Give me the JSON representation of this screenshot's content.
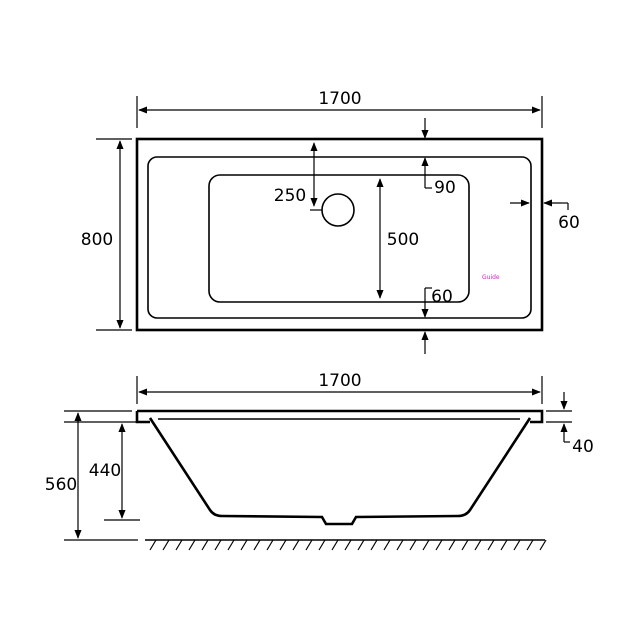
{
  "plan_view": {
    "length": "1700",
    "width": "800",
    "waste_offset": "250",
    "inner_width": "500",
    "rim_top": "90",
    "rim_bottom": "60",
    "rim_end": "60"
  },
  "side_view": {
    "length": "1700",
    "overall_height": "560",
    "inner_depth": "440",
    "rim_thickness": "40"
  },
  "watermark": "Guide",
  "colors": {
    "line": "#000000",
    "watermark": "#d02ab8"
  }
}
